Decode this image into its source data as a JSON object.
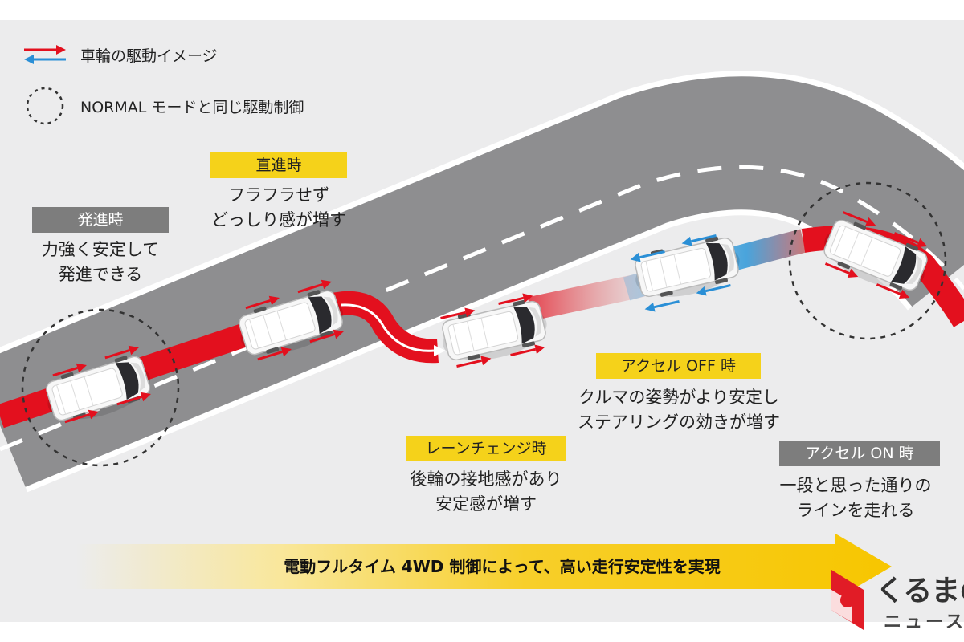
{
  "legend": {
    "drive_image_label": "車輪の駆動イメージ",
    "normal_mode_label": "NORMAL モードと同じ駆動制御"
  },
  "scenes": {
    "start": {
      "tag": "発進時",
      "desc_line1": "力強く安定して",
      "desc_line2": "発進できる"
    },
    "straight": {
      "tag": "直進時",
      "desc_line1": "フラフラせず",
      "desc_line2": "どっしり感が増す"
    },
    "lane_change": {
      "tag": "レーンチェンジ時",
      "desc_line1": "後輪の接地感があり",
      "desc_line2": "安定感が増す"
    },
    "accel_off": {
      "tag": "アクセル OFF 時",
      "desc_line1": "クルマの姿勢がより安定し",
      "desc_line2": "ステアリングの効きが増す"
    },
    "accel_on": {
      "tag": "アクセル ON 時",
      "desc_line1": "一段と思った通りの",
      "desc_line2": "ラインを走れる"
    }
  },
  "banner": {
    "text": "電動フルタイム 4WD 制御によって、高い走行安定性を実現"
  },
  "logo": {
    "main": "くるまの",
    "sub": "ニュース"
  },
  "colors": {
    "drive_red": "#e3101e",
    "regen_blue": "#2a8fd6",
    "tag_yellow": "#f5d21a",
    "tag_gray": "#7d7d7d",
    "banner_yellow": "#f7c600"
  }
}
